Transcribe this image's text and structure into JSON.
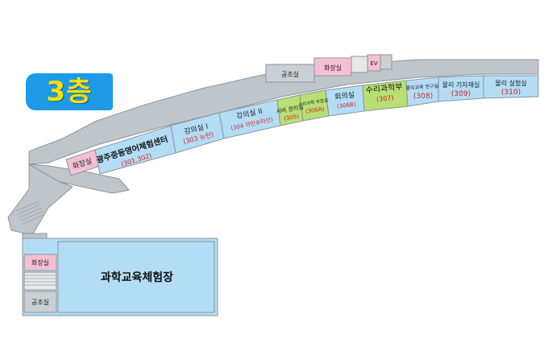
{
  "floor_badge": {
    "label": "3층"
  },
  "colors": {
    "corridor": "#bfc6cb",
    "corridor_edge": "#8c959c",
    "room_blue": "#b3ddf5",
    "room_green": "#b7df74",
    "restroom": "#f5bfd3",
    "utility": "#c9cfd3",
    "stairs": "#e8e8e8",
    "badge_bg": "#1e9be6",
    "badge_text": "#ffe100",
    "number_red": "#d91e1e"
  },
  "rooms": [
    {
      "id": "restroom-west",
      "name": "화장실",
      "number": ""
    },
    {
      "id": "room-301-302",
      "name": "광주중등영어체험센터",
      "number": "(301,302)"
    },
    {
      "id": "room-303",
      "name": "강의실 I",
      "number": "(303 뉴턴)"
    },
    {
      "id": "room-304",
      "name": "강의실 II",
      "number": "(304 아인슈타인)"
    },
    {
      "id": "room-305",
      "name": "서버 관리실",
      "number": "(305)"
    },
    {
      "id": "room-306a",
      "name": "수리과학 부장실",
      "number": "(306A)"
    },
    {
      "id": "room-306b",
      "name": "회의실",
      "number": "(306B)"
    },
    {
      "id": "room-307",
      "name": "수리과학부",
      "number": "(307)"
    },
    {
      "id": "room-308",
      "name": "물리교육 연구실",
      "number": "(308)"
    },
    {
      "id": "room-309",
      "name": "물리 기자재실",
      "number": "(309)"
    },
    {
      "id": "room-310",
      "name": "물리 실험실",
      "number": "(310)"
    },
    {
      "id": "hvac-north",
      "name": "공조실",
      "number": ""
    },
    {
      "id": "restroom-north",
      "name": "화장실",
      "number": ""
    },
    {
      "id": "elevator",
      "name": "EV",
      "number": ""
    },
    {
      "id": "restroom-south",
      "name": "화장실",
      "number": ""
    },
    {
      "id": "hvac-south",
      "name": "공조실",
      "number": ""
    },
    {
      "id": "science-hall",
      "name": "과학교육체험장",
      "number": ""
    }
  ]
}
